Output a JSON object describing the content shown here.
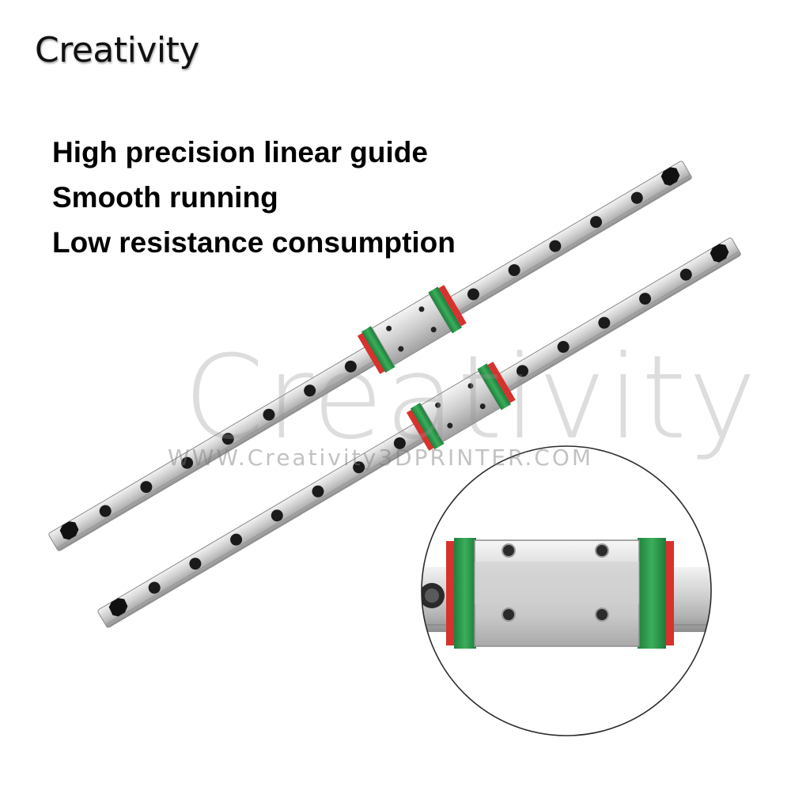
{
  "brand": {
    "name": "Creativity"
  },
  "features": [
    "High precision linear guide",
    "Smooth running",
    "Low resistance consumption"
  ],
  "watermark": {
    "main": "Creativity",
    "url": "WWW.Creativity3DPRINTER.COM"
  },
  "colors": {
    "rail": "#c8c8c8",
    "block_green": "#2e9b4e",
    "seal_red": "#d7322e",
    "background": "#ffffff"
  },
  "product": {
    "rail_count": 2,
    "carriages_per_rail": 1,
    "has_zoom_detail": true
  }
}
